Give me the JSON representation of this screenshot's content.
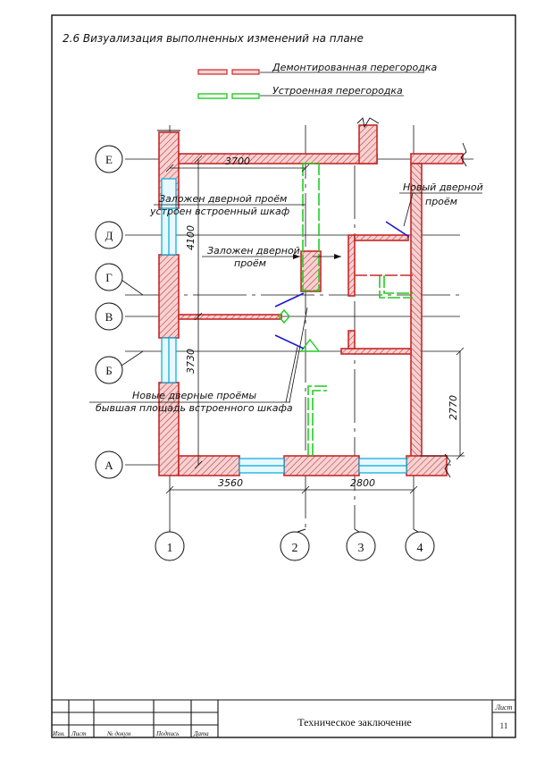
{
  "section_title": "2.6 Визуализация выполненных изменений на плане",
  "legend": {
    "demolished_label": "Демонтированная перегородка",
    "built_label": "Устроенная перегородка",
    "demolished_color": "#cc2929",
    "built_color": "#22cc22"
  },
  "axes_letters": [
    "Е",
    "Д",
    "Г",
    "В",
    "Б",
    "А"
  ],
  "axes_numbers": [
    "1",
    "2",
    "3",
    "4"
  ],
  "dimensions": {
    "d3700": "3700",
    "d4100": "4100",
    "d3730": "3730",
    "d3560": "3560",
    "d2800": "2800",
    "d2770": "2770"
  },
  "annotations": {
    "closed_door_1": "Заложен дверной проём",
    "built_closet": "устроен встроенный шкаф",
    "closed_door_2_line1": "Заложен дверной",
    "closed_door_2_line2": "проём",
    "new_door_line1": "Новый дверной",
    "new_door_line2": "проём",
    "new_doors": "Новые дверные проёмы",
    "former_closet": "бывшая площадь встроенного шкафа"
  },
  "stamp": {
    "col_izm": "Изм.",
    "col_list": "Лист",
    "col_doc": "№ докум",
    "col_sign": "Подпись",
    "col_date": "Дата",
    "document_title": "Техническое заключение",
    "sheet_label": "Лист",
    "sheet_number": "11"
  },
  "colors": {
    "wall_fill": "#f3c9c9",
    "wall_hatch": "#c03030",
    "window": "#00a8d8",
    "door_leaf": "#1a1acc"
  }
}
